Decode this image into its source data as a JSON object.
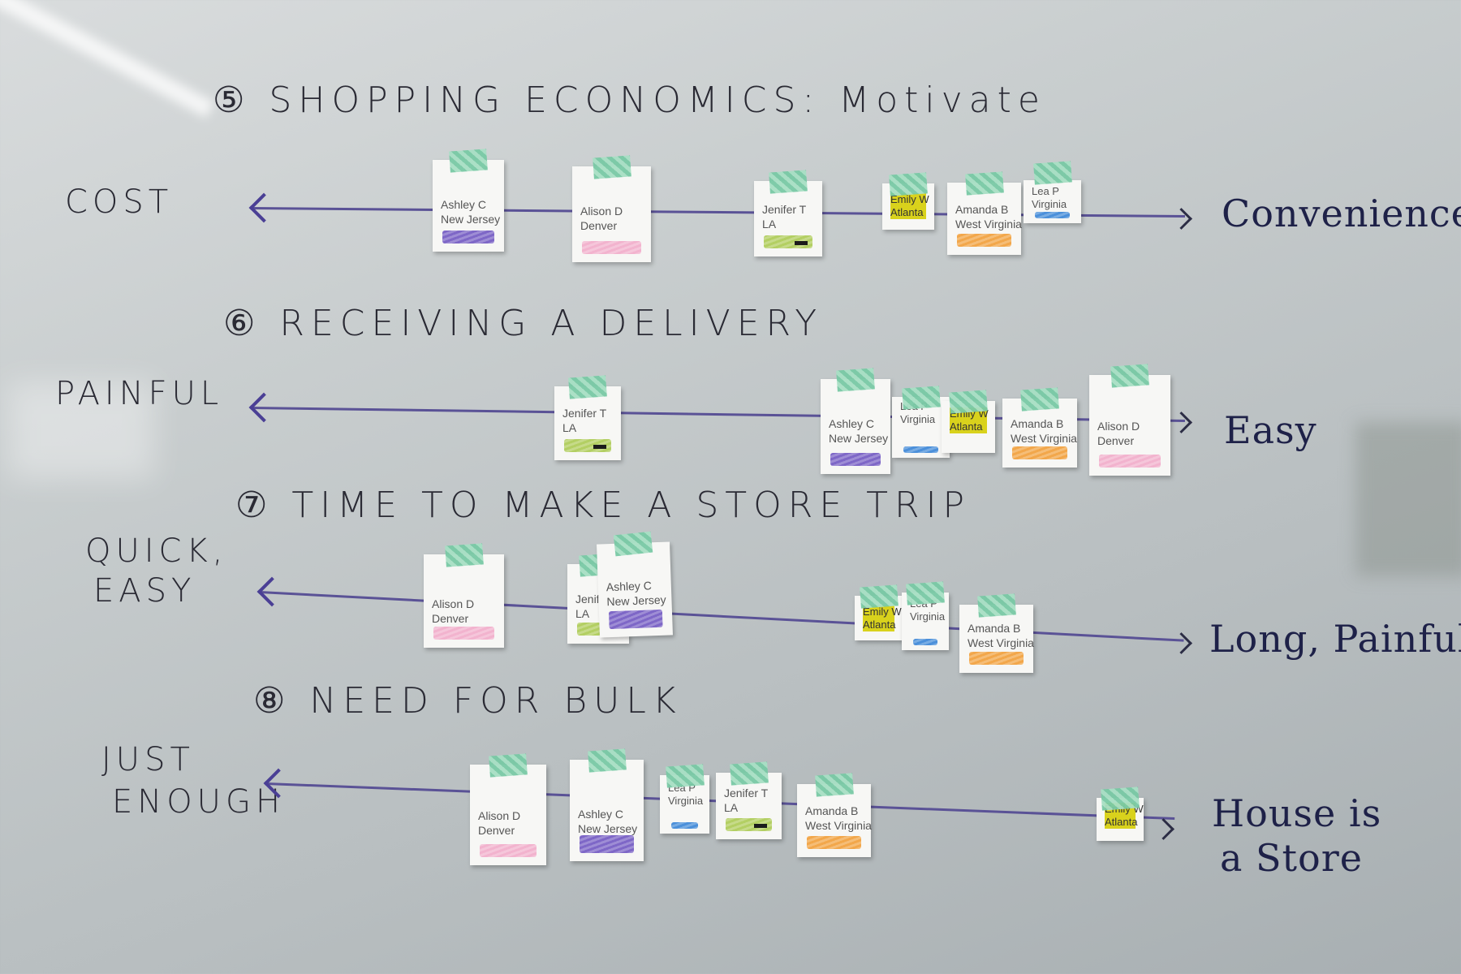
{
  "sections": [
    {
      "heading": "⑤ SHOPPING ECONOMICS: Motivate",
      "left_label": "COST",
      "right_label": "Convenience",
      "notes": [
        {
          "name": "Ashley C",
          "place": "New Jersey",
          "color": "#6a4fc0"
        },
        {
          "name": "Alison D",
          "place": "Denver",
          "color": "#f2a8c8"
        },
        {
          "name": "Jenifer T",
          "place": "LA",
          "color": "#a8c94a"
        },
        {
          "name": "Emily W",
          "place": "Atlanta",
          "color": "#d9d21c"
        },
        {
          "name": "Amanda B",
          "place": "West Virginia",
          "color": "#f29a2e"
        },
        {
          "name": "Lea P",
          "place": "Virginia",
          "color": "#2f7fd6"
        }
      ]
    },
    {
      "heading": "⑥ RECEIVING A DELIVERY",
      "left_label": "PAINFUL",
      "right_label": "Easy",
      "notes": [
        {
          "name": "Jenifer T",
          "place": "LA",
          "color": "#a8c94a"
        },
        {
          "name": "Ashley C",
          "place": "New Jersey",
          "color": "#6a4fc0"
        },
        {
          "name": "Lea P",
          "place": "Virginia",
          "color": "#2f7fd6"
        },
        {
          "name": "Emily W",
          "place": "Atlanta",
          "color": "#d9d21c"
        },
        {
          "name": "Amanda B",
          "place": "West Virginia",
          "color": "#f29a2e"
        },
        {
          "name": "Alison D",
          "place": "Denver",
          "color": "#f2a8c8"
        }
      ]
    },
    {
      "heading": "⑦ TIME TO MAKE A STORE TRIP",
      "left_label_1": "QUICK,",
      "left_label_2": "EASY",
      "right_label": "Long, Painful",
      "notes": [
        {
          "name": "Alison D",
          "place": "Denver",
          "color": "#f2a8c8"
        },
        {
          "name": "Jenife",
          "place": "LA",
          "color": "#a8c94a"
        },
        {
          "name": "Ashley C",
          "place": "New Jersey",
          "color": "#6a4fc0"
        },
        {
          "name": "Emily W",
          "place": "Atlanta",
          "color": "#d9d21c"
        },
        {
          "name": "Lea P",
          "place": "Virginia",
          "color": "#2f7fd6"
        },
        {
          "name": "Amanda B",
          "place": "West Virginia",
          "color": "#f29a2e"
        }
      ]
    },
    {
      "heading": "⑧ NEED FOR BULK",
      "left_label_1": "JUST",
      "left_label_2": "ENOUGH",
      "right_label_1": "House is",
      "right_label_2": "a Store",
      "notes": [
        {
          "name": "Alison D",
          "place": "Denver",
          "color": "#f2a8c8"
        },
        {
          "name": "Ashley C",
          "place": "New Jersey",
          "color": "#6a4fc0"
        },
        {
          "name": "Lea P",
          "place": "Virginia",
          "color": "#2f7fd6"
        },
        {
          "name": "Jenifer T",
          "place": "LA",
          "color": "#a8c94a"
        },
        {
          "name": "Amanda B",
          "place": "West Virginia",
          "color": "#f29a2e"
        },
        {
          "name": "Emily W",
          "place": "Atlanta",
          "color": "#d9d21c"
        }
      ]
    }
  ]
}
